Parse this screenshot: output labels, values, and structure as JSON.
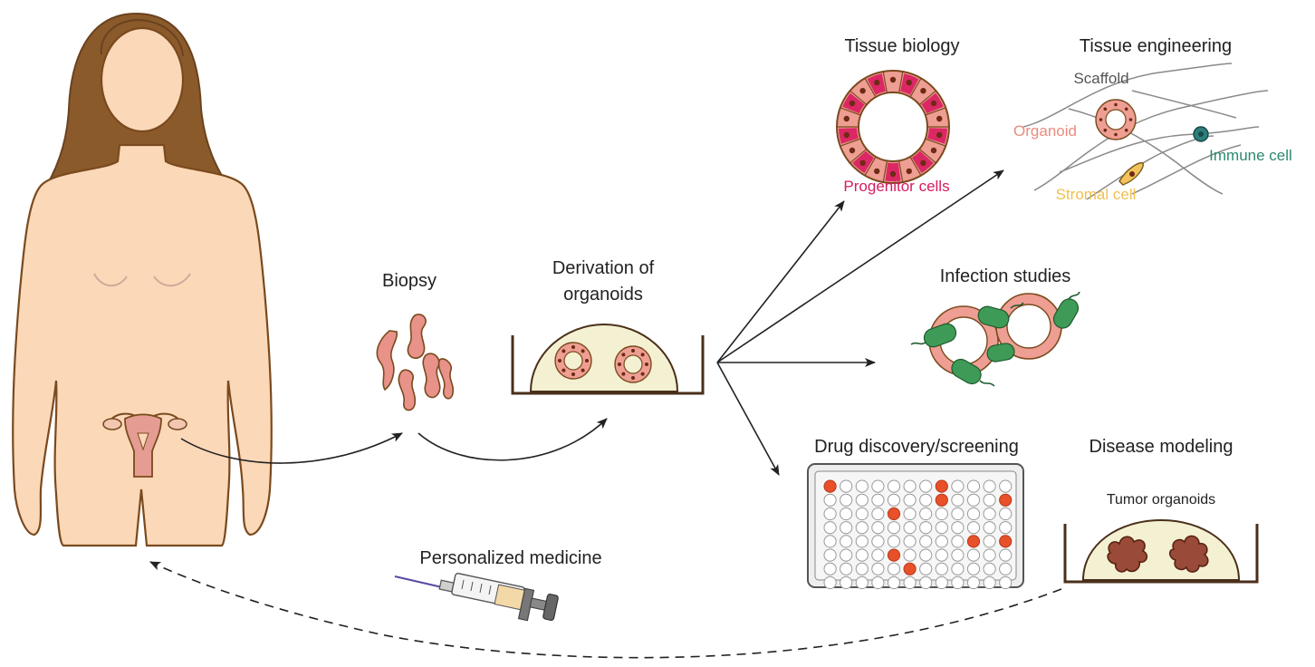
{
  "labels": {
    "biopsy": "Biopsy",
    "derivation_line1": "Derivation of",
    "derivation_line2": "organoids",
    "tissue_biology": "Tissue biology",
    "progenitor_cells": "Progenitor cells",
    "tissue_engineering": "Tissue engineering",
    "scaffold": "Scaffold",
    "organoid": "Organoid",
    "immune_cell": "Immune cell",
    "stromal_cell": "Stromal cell",
    "infection_studies": "Infection studies",
    "drug_screening": "Drug discovery/screening",
    "disease_modeling": "Disease modeling",
    "tumor_organoids": "Tumor organoids",
    "personalized_medicine": "Personalized medicine"
  },
  "colors": {
    "skin": "#fbd8b8",
    "skin_outline": "#7a4a1e",
    "hair": "#8b5a2b",
    "organoid_cell": "#ee9e92",
    "progenitor": "#d81b5f",
    "nucleus": "#6e2a14",
    "matrigel": "#f4f1d2",
    "dish": "#4a2f1a",
    "bacteria": "#3e9b57",
    "immune": "#2d7d7b",
    "stromal": "#f2c35a",
    "hit_well": "#e8502a",
    "plate": "#eeeeee",
    "tumor": "#9a4a38",
    "text": "#222222",
    "organoid_label": "#e88c7f",
    "immune_label": "#2c8a6f",
    "stromal_label": "#f0c050"
  },
  "drug_plate": {
    "rows": 8,
    "cols": 12,
    "hit_wells": [
      [
        0,
        1
      ],
      [
        0,
        8
      ],
      [
        1,
        8
      ],
      [
        1,
        12
      ],
      [
        2,
        5
      ],
      [
        4,
        10
      ],
      [
        4,
        12
      ],
      [
        5,
        5
      ],
      [
        6,
        6
      ]
    ]
  }
}
